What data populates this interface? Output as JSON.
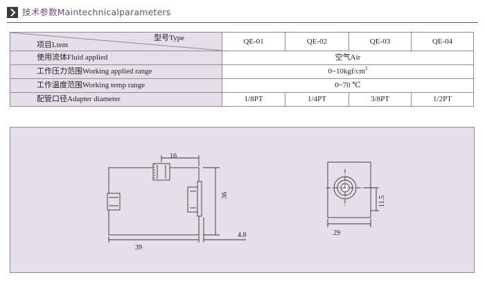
{
  "header": {
    "title": "技术参数Maintechnicalparameters",
    "accent": "#6b4c73",
    "icon": "chevron-right-icon"
  },
  "spec_table": {
    "type_label": "型号Type",
    "item_label": "项目Ltem",
    "models": [
      "QE-01",
      "QE-02",
      "QE-03",
      "QE-04"
    ],
    "rows": [
      {
        "label": "使用流体Fluid applied",
        "value": "空气Air"
      },
      {
        "label": "工作压力范围Working applied range",
        "value_prefix": "0~10kgf/cm",
        "value_sup": "2"
      },
      {
        "label": "工作温度范围Working temp range",
        "value": "0~70 ℃"
      },
      {
        "label": "配管口径Adapter diameter",
        "values": [
          "1/8PT",
          "1/4PT",
          "3/8PT",
          "1/2PT"
        ]
      }
    ]
  },
  "drawing": {
    "background": "#e6dfea",
    "front_view": {
      "dim_top": "16",
      "dim_height": "36",
      "dim_width": "39",
      "dim_offset": "4.8"
    },
    "side_view": {
      "dim_port": "11.5",
      "dim_width": "29"
    }
  }
}
